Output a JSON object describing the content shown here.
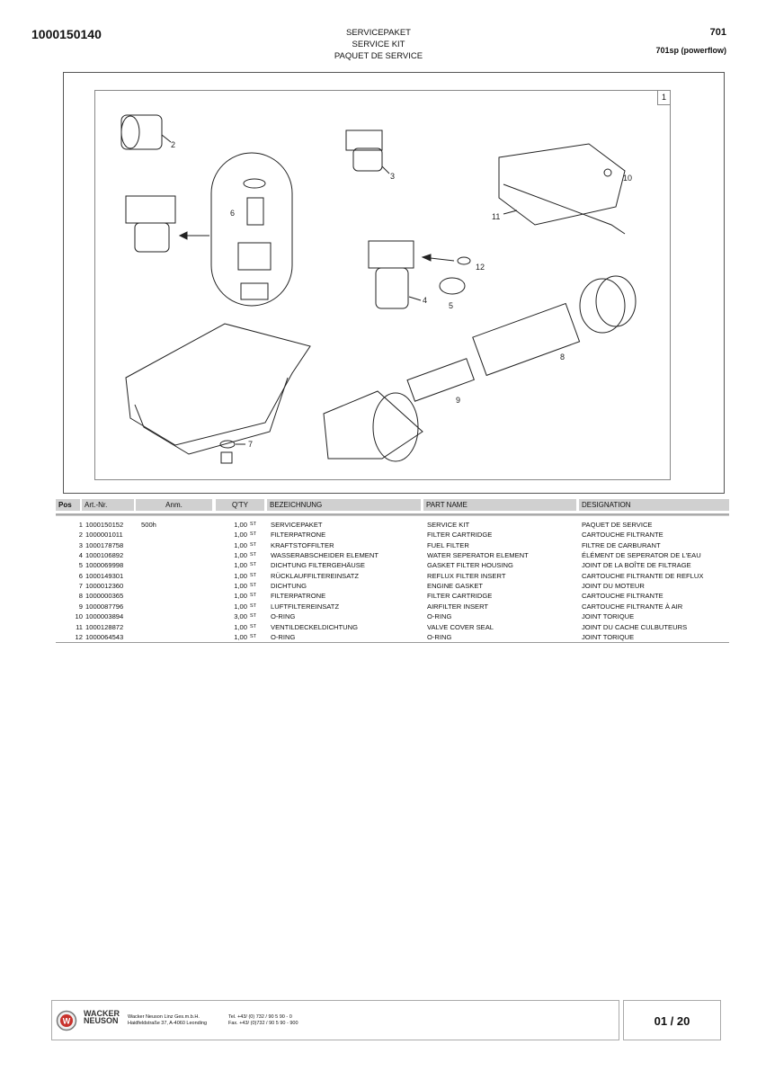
{
  "header": {
    "doc_number": "1000150140",
    "title_de": "SERVICEPAKET",
    "title_en": "SERVICE KIT",
    "title_fr": "PAQUET DE SERVICE",
    "code": "701",
    "model": "701sp (powerflow)"
  },
  "drawing": {
    "sheet": "1",
    "callouts": [
      "2",
      "3",
      "4",
      "5",
      "6",
      "7",
      "8",
      "9",
      "10",
      "11",
      "12"
    ]
  },
  "table": {
    "columns": [
      "Pos",
      "Art.-Nr.",
      "Anm.",
      "Q'TY",
      "BEZEICHNUNG",
      "PART NAME",
      "DESIGNATION"
    ],
    "rows": [
      {
        "pos": "1",
        "art": "1000150152",
        "anm": "500h",
        "qty": "1,00",
        "unit": "ST",
        "de": "SERVICEPAKET",
        "en": "SERVICE KIT",
        "fr": "PAQUET DE SERVICE"
      },
      {
        "pos": "2",
        "art": "1000001011",
        "anm": "",
        "qty": "1,00",
        "unit": "ST",
        "de": "FILTERPATRONE",
        "en": "FILTER CARTRIDGE",
        "fr": "CARTOUCHE FILTRANTE"
      },
      {
        "pos": "3",
        "art": "1000178758",
        "anm": "",
        "qty": "1,00",
        "unit": "ST",
        "de": "KRAFTSTOFFILTER",
        "en": "FUEL FILTER",
        "fr": "FILTRE DE CARBURANT"
      },
      {
        "pos": "4",
        "art": "1000106892",
        "anm": "",
        "qty": "1,00",
        "unit": "ST",
        "de": "WASSERABSCHEIDER ELEMENT",
        "en": "WATER SEPERATOR ELEMENT",
        "fr": "ÉLÉMENT DE SEPERATOR DE L'EAU"
      },
      {
        "pos": "5",
        "art": "1000069998",
        "anm": "",
        "qty": "1,00",
        "unit": "ST",
        "de": "DICHTUNG FILTERGEHÄUSE",
        "en": "GASKET FILTER HOUSING",
        "fr": "JOINT DE LA BOÎTE DE FILTRAGE"
      },
      {
        "pos": "6",
        "art": "1000149301",
        "anm": "",
        "qty": "1,00",
        "unit": "ST",
        "de": "RÜCKLAUFFILTEREINSATZ",
        "en": "REFLUX FILTER INSERT",
        "fr": "CARTOUCHE FILTRANTE DE REFLUX"
      },
      {
        "pos": "7",
        "art": "1000012360",
        "anm": "",
        "qty": "1,00",
        "unit": "ST",
        "de": "DICHTUNG",
        "en": "ENGINE GASKET",
        "fr": "JOINT DU MOTEUR"
      },
      {
        "pos": "8",
        "art": "1000000365",
        "anm": "",
        "qty": "1,00",
        "unit": "ST",
        "de": "FILTERPATRONE",
        "en": "FILTER CARTRIDGE",
        "fr": "CARTOUCHE FILTRANTE"
      },
      {
        "pos": "9",
        "art": "1000087796",
        "anm": "",
        "qty": "1,00",
        "unit": "ST",
        "de": "LUFTFILTEREINSATZ",
        "en": "AIRFILTER INSERT",
        "fr": "CARTOUCHE FILTRANTE À AIR"
      },
      {
        "pos": "10",
        "art": "1000003894",
        "anm": "",
        "qty": "3,00",
        "unit": "ST",
        "de": "O-RING",
        "en": "O-RING",
        "fr": "JOINT TORIQUE"
      },
      {
        "pos": "11",
        "art": "1000128872",
        "anm": "",
        "qty": "1,00",
        "unit": "ST",
        "de": "VENTILDECKELDICHTUNG",
        "en": "VALVE COVER SEAL",
        "fr": "JOINT DU CACHE CULBUTEURS"
      },
      {
        "pos": "12",
        "art": "1000064543",
        "anm": "",
        "qty": "1,00",
        "unit": "ST",
        "de": "O-RING",
        "en": "O-RING",
        "fr": "JOINT TORIQUE"
      }
    ]
  },
  "footer": {
    "logo_line1": "WACKER",
    "logo_line2": "NEUSON",
    "company": "Wacker Neuson Linz  Ges.m.b.H.",
    "address": "Haidfeldstraße 37, A-4060 Leonding",
    "tel": "Tel. +43/ (0) 732 / 90 5 90 - 0",
    "fax": "Fax. +43/ (0)732 / 90 5 90 - 900",
    "page": "01 / 20"
  }
}
